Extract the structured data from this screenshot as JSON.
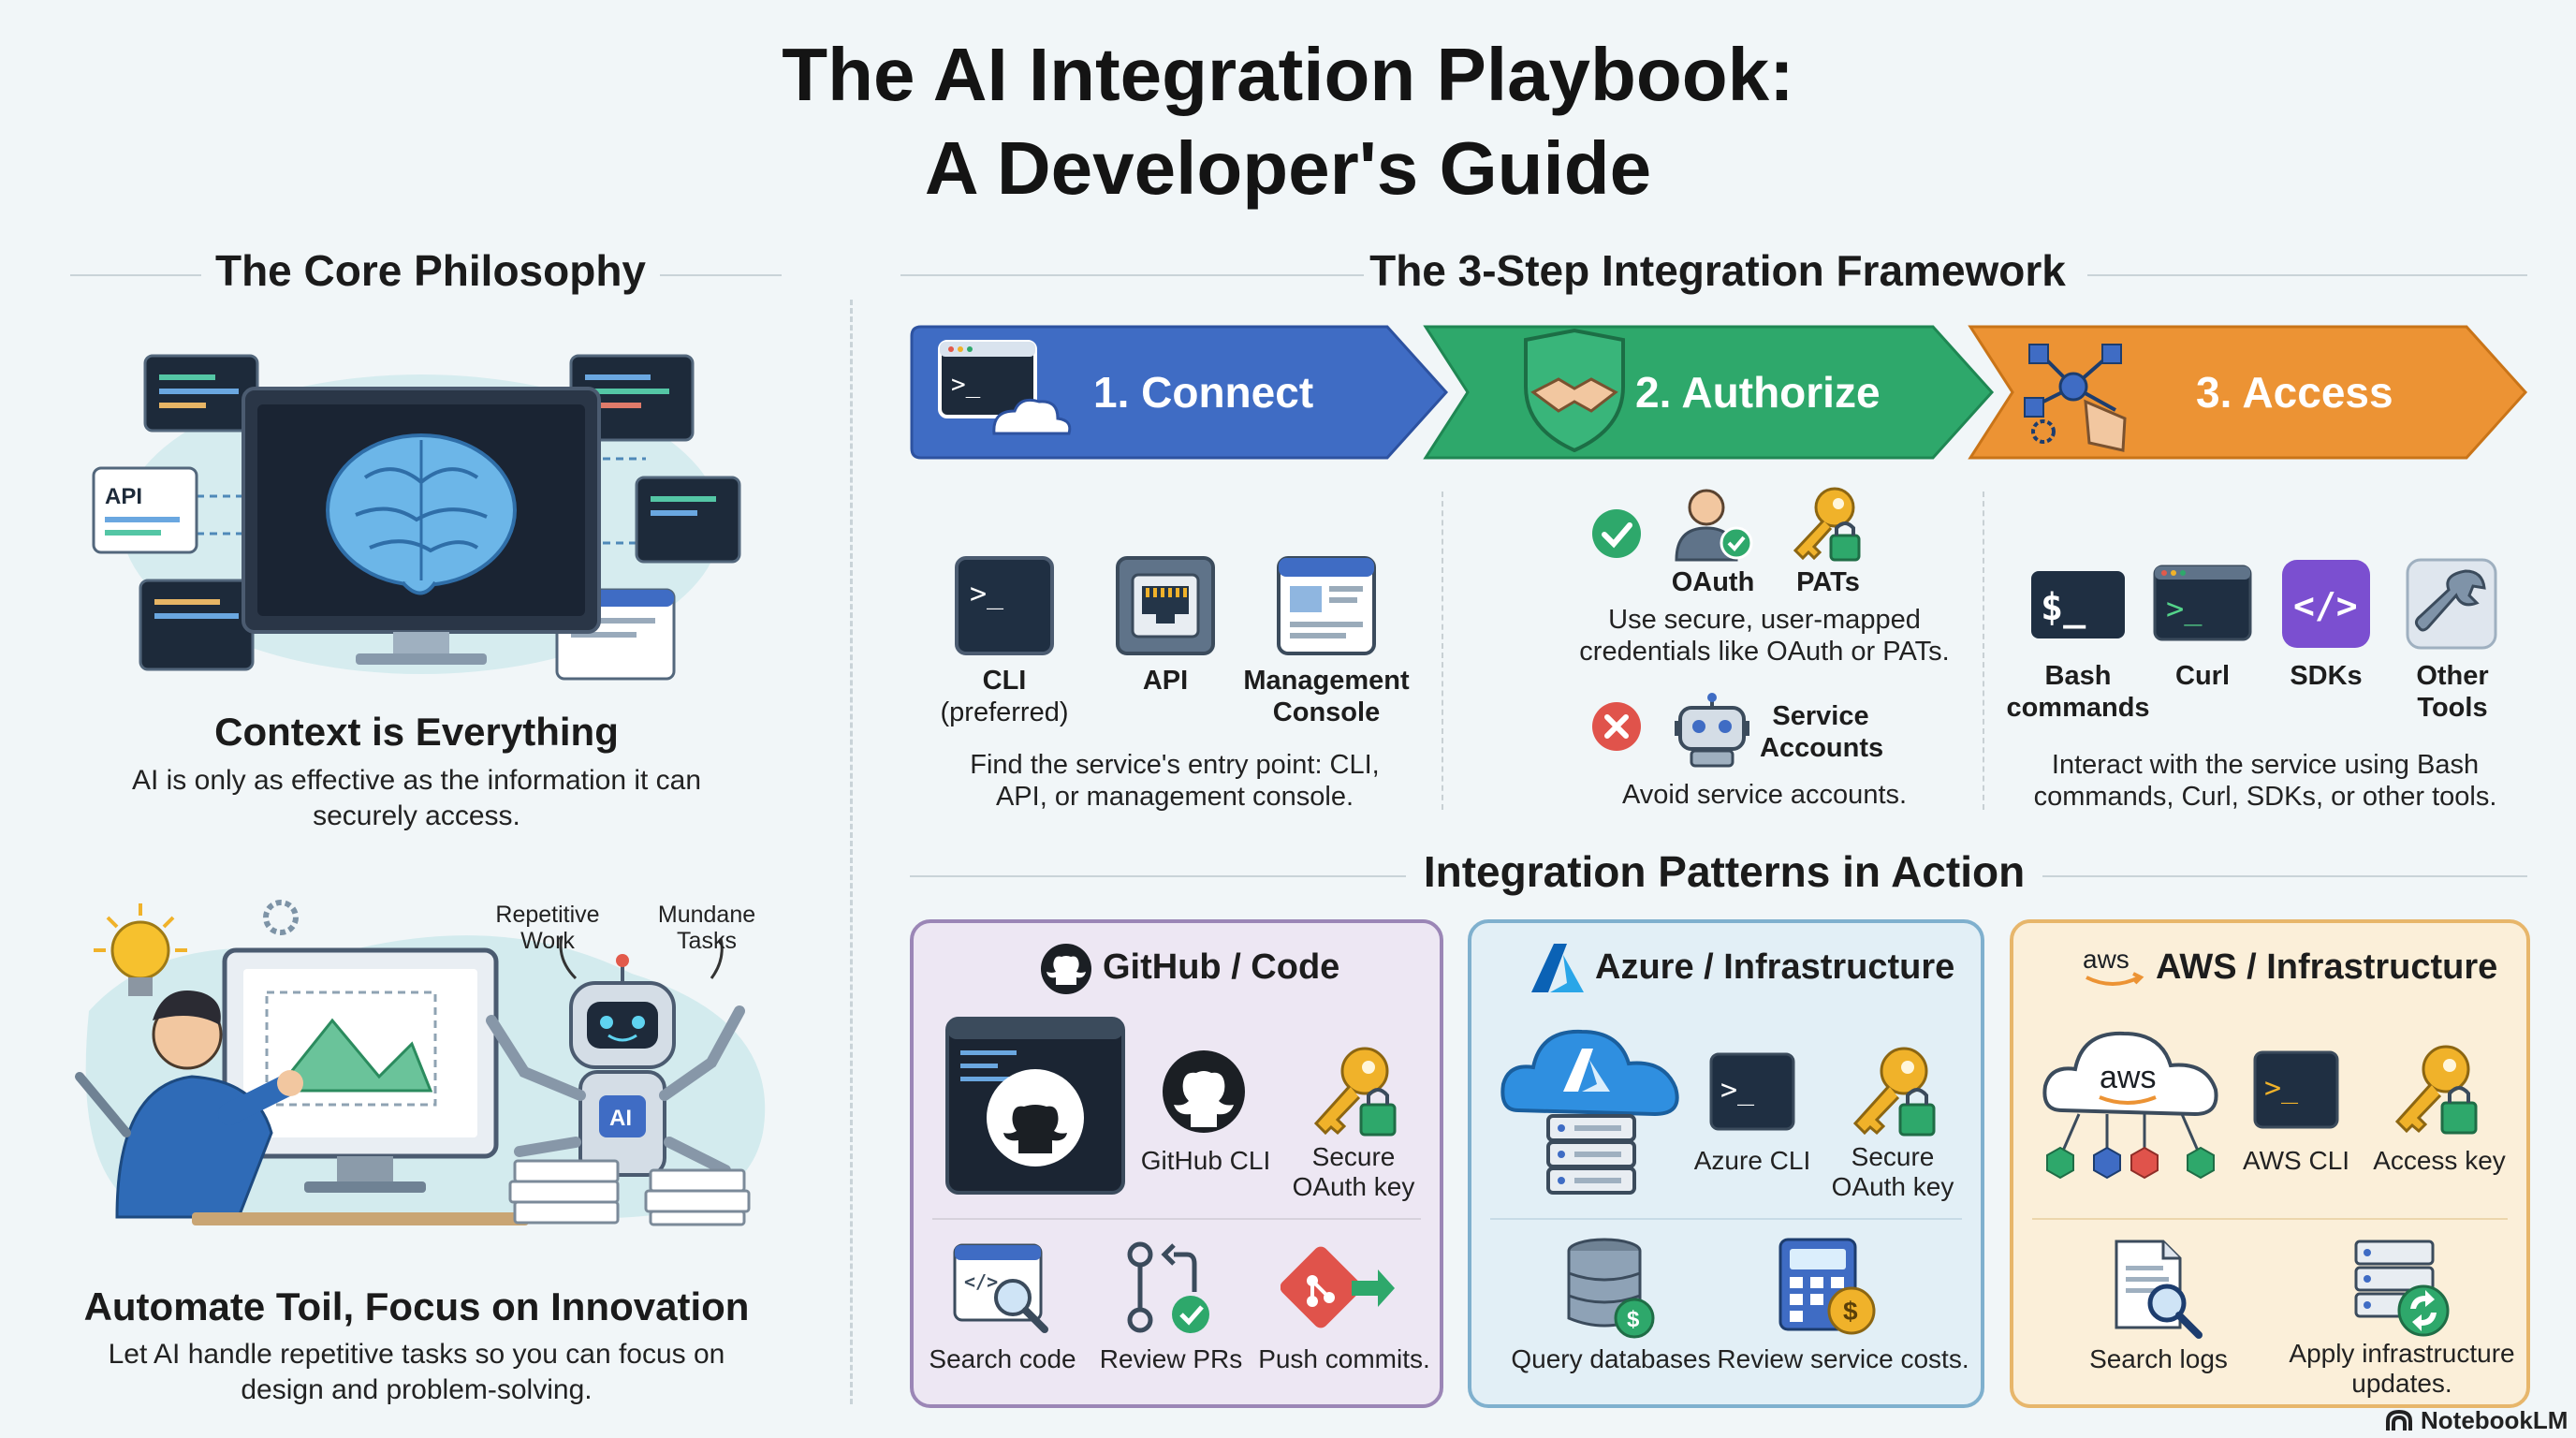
{
  "title": {
    "line1": "The AI Integration Playbook:",
    "line2": "A Developer's Guide"
  },
  "philosophy": {
    "section_title": "The Core Philosophy",
    "context": {
      "heading": "Context is Everything",
      "text": "AI is only as effective as the information it can securely access.",
      "api_label": "API"
    },
    "automate": {
      "heading": "Automate Toil, Focus on Innovation",
      "text": "Let AI handle repetitive tasks so you can focus on design and problem-solving.",
      "callout_1": "Repetitive Work",
      "callout_2": "Mundane Tasks",
      "robot_label": "AI"
    }
  },
  "framework": {
    "section_title": "The 3-Step Integration Framework",
    "steps": [
      {
        "label": "1. Connect",
        "color": "#3f6cc4"
      },
      {
        "label": "2. Authorize",
        "color": "#2ea86b"
      },
      {
        "label": "3. Access",
        "color": "#ec9334"
      }
    ],
    "connect": {
      "items": [
        {
          "label": "CLI",
          "sub": "(preferred)",
          "icon": "terminal-icon"
        },
        {
          "label": "API",
          "sub": "",
          "icon": "ethernet-port-icon"
        },
        {
          "label": "Management",
          "sub": "Console",
          "icon": "browser-window-icon"
        }
      ],
      "description": "Find the service's entry point: CLI, API, or management console."
    },
    "authorize": {
      "good": [
        {
          "label": "OAuth",
          "icon": "user-check-icon"
        },
        {
          "label": "PATs",
          "icon": "key-lock-icon"
        }
      ],
      "good_text": "Use secure, user-mapped credentials like OAuth or PATs.",
      "bad_label": "Service Accounts",
      "bad_text": "Avoid service accounts."
    },
    "access": {
      "items": [
        {
          "label": "Bash",
          "sub": "commands",
          "icon": "dollar-terminal-icon"
        },
        {
          "label": "Curl",
          "sub": "",
          "icon": "terminal-icon"
        },
        {
          "label": "SDKs",
          "sub": "",
          "icon": "code-brackets-icon"
        },
        {
          "label": "Other",
          "sub": "Tools",
          "icon": "wrench-icon"
        }
      ],
      "description": "Interact with the service using Bash commands, Curl, SDKs, or other tools."
    }
  },
  "patterns": {
    "section_title": "Integration Patterns in Action",
    "github": {
      "title": "GitHub / Code",
      "top": [
        {
          "label": "GitHub CLI"
        },
        {
          "label": "Secure OAuth key"
        }
      ],
      "bottom": [
        {
          "label": "Search code"
        },
        {
          "label": "Review PRs"
        },
        {
          "label": "Push commits."
        }
      ]
    },
    "azure": {
      "title": "Azure / Infrastructure",
      "top": [
        {
          "label": "Azure CLI"
        },
        {
          "label": "Secure OAuth key"
        }
      ],
      "bottom": [
        {
          "label": "Query databases"
        },
        {
          "label": "Review service costs."
        }
      ]
    },
    "aws": {
      "title": "AWS / Infrastructure",
      "logo_text": "aws",
      "top": [
        {
          "label": "AWS CLI"
        },
        {
          "label": "Access key"
        }
      ],
      "bottom": [
        {
          "label": "Search logs"
        },
        {
          "label": "Apply infrastructure updates."
        }
      ]
    }
  },
  "footer": {
    "brand": "NotebookLM"
  },
  "colors": {
    "connect": "#3f6cc4",
    "authorize": "#2ea86b",
    "access": "#ec9334",
    "github_card_bg": "#ede7f3",
    "azure_card_bg": "#e2eff6",
    "aws_card_bg": "#fbefd9"
  }
}
